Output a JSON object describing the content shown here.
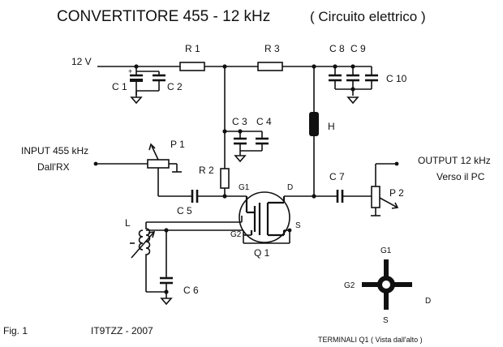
{
  "title": {
    "main": "CONVERTITORE 455 - 12 kHz",
    "sub": "( Circuito elettrico )"
  },
  "supply": {
    "label": "12 V"
  },
  "components": {
    "r1": "R 1",
    "r2": "R 2",
    "r3": "R 3",
    "c1": "C 1",
    "c2": "C 2",
    "c3": "C 3",
    "c4": "C 4",
    "c5": "C 5",
    "c6": "C 6",
    "c7": "C 7",
    "c8": "C 8",
    "c9": "C 9",
    "c10": "C 10",
    "h": "H",
    "l": "L",
    "p1": "P 1",
    "p2": "P 2",
    "q1": "Q 1",
    "plus": "+"
  },
  "transistor_pins": {
    "g1": "G1",
    "g2": "G2",
    "d": "D",
    "s": "S"
  },
  "input": {
    "line1": "INPUT 455 kHz",
    "line2": "Dall'RX"
  },
  "output": {
    "line1": "OUTPUT 12 kHz",
    "line2": "Verso il PC"
  },
  "pinout": {
    "g1": "G1",
    "g2": "G2",
    "d": "D",
    "s": "S",
    "caption": "TERMINALI Q1 ( Vista dall'alto )"
  },
  "footer": {
    "fig": "Fig. 1",
    "author": "IT9TZZ  - 2007"
  }
}
